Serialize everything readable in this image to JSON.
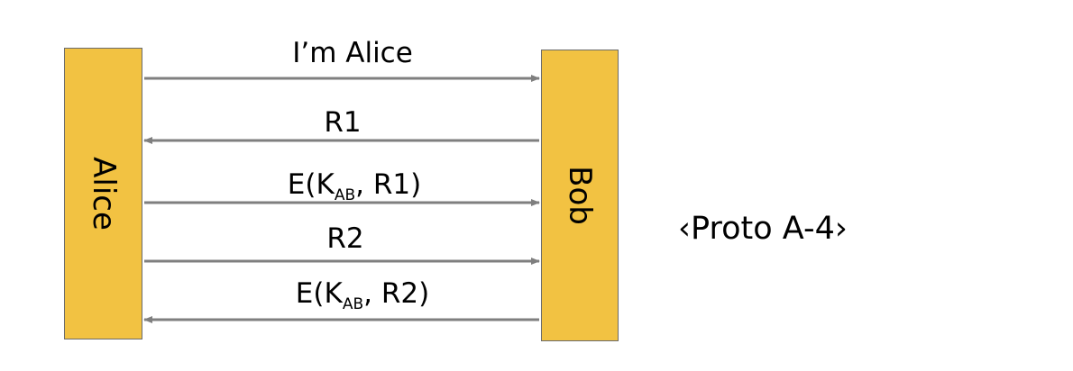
{
  "colors": {
    "entity_fill": "#f2c242",
    "entity_border": "#6b6b6b",
    "arrow": "#7f7f7f",
    "text": "#000000",
    "background": "#ffffff"
  },
  "entities": {
    "left": "Alice",
    "right": "Bob"
  },
  "messages": [
    {
      "direction": "right",
      "text": "I’m Alice"
    },
    {
      "direction": "left",
      "text": "R1"
    },
    {
      "direction": "right",
      "text_before": "E(K",
      "subscript": "AB",
      "text_after": ", R1)"
    },
    {
      "direction": "right",
      "text": "R2"
    },
    {
      "direction": "left",
      "text_before": "E(K",
      "subscript": "AB",
      "text_after": ", R2)"
    }
  ],
  "protocol_label": "‹Proto A-4›"
}
